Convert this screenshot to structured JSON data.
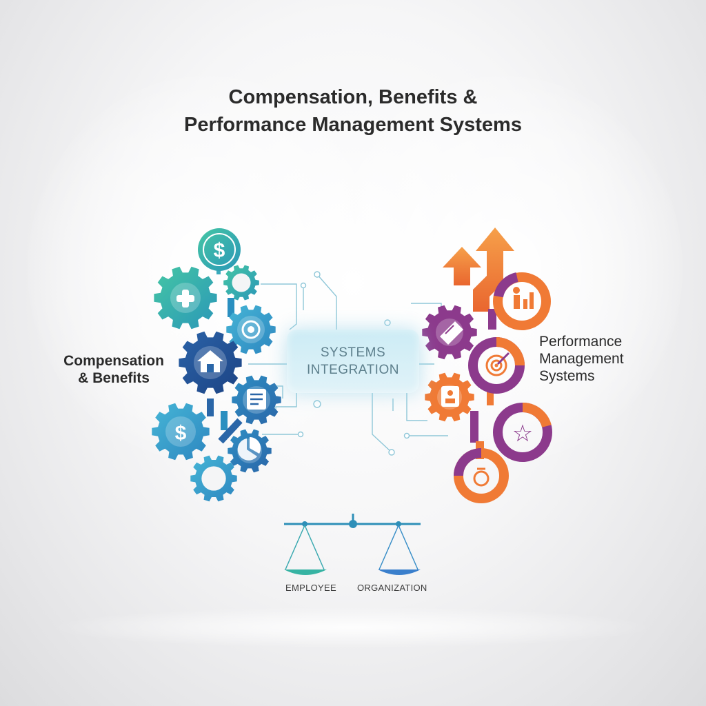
{
  "title": {
    "line1": "Compensation, Benefits &",
    "line2": "Performance Management Systems"
  },
  "left_label": {
    "line1": "Compensation",
    "line2": "& Benefits"
  },
  "right_label": {
    "line1": "Performance",
    "line2": "Management",
    "line3": "Systems"
  },
  "center": {
    "line1": "SYSTEMS",
    "line2": "INTEGRATION"
  },
  "scale": {
    "left": "EMPLOYEE",
    "right": "ORGANIZATION"
  },
  "icons": {
    "dollar_glyph": "$",
    "star_glyph": "☆"
  },
  "colors": {
    "teal": "#35b8a6",
    "blue": "#2a66a8",
    "navy": "#1f4f92",
    "sky": "#3a9fd0",
    "orange": "#f07a35",
    "purple": "#8c3a8c"
  }
}
